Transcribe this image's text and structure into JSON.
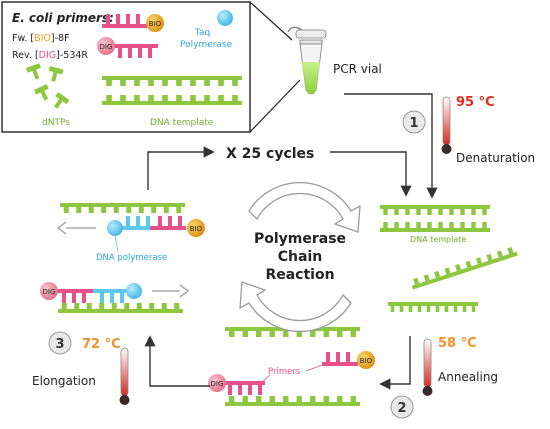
{
  "legend": {
    "title": "E. coli primers:",
    "fw_prefix": "Fw. [",
    "fw_tag": "BIO",
    "fw_suffix": "]-8F",
    "rev_prefix": "Rev. [",
    "rev_tag": "DIG",
    "rev_suffix": "]-534R",
    "taq_line1": "Taq",
    "taq_line2": "Polymerase",
    "dntps_label": "dNTPs",
    "template_label": "DNA template"
  },
  "tags": {
    "bio": "BIO",
    "dig": "DIG"
  },
  "pcr_vial_label": "PCR vial",
  "cycles_label": "X 25 cycles",
  "center_label": [
    "Polymerase",
    "Chain",
    "Reaction"
  ],
  "steps": [
    {
      "number": "1",
      "name": "Denaturation",
      "temperature": "95 °C",
      "temp_color": "#e32b20"
    },
    {
      "number": "2",
      "name": "Annealing",
      "temperature": "58 °C",
      "temp_color": "#f0902a"
    },
    {
      "number": "3",
      "name": "Elongation",
      "temperature": "72 °C",
      "temp_color": "#f0902a"
    }
  ],
  "dna_template_label": "DNA template",
  "dna_polymerase_label": "DNA polymerase",
  "primers_label": "Primers",
  "colors": {
    "dna_green": "#8dc63f",
    "primer_pink": "#e8508a",
    "polymerase_blue": "#5bc8ef",
    "bio_gold": "#e8a31a",
    "dig_pink": "#ef8aa0",
    "arrow_gray": "#3a3a3a"
  }
}
